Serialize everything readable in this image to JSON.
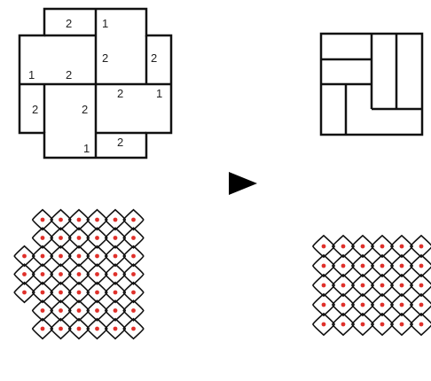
{
  "colors": {
    "line": "#111111",
    "dot": "#e0302a",
    "arrow": "#000000",
    "label": "#222222"
  },
  "top_left_labels": [
    "2",
    "1",
    "2",
    "2",
    "1",
    "2",
    "2",
    "1",
    "2",
    "2",
    "1",
    "2"
  ],
  "arrow_icon": "right-triangle-icon",
  "bottom_left_dot_rows": [
    6,
    6,
    7,
    7,
    7,
    6,
    6
  ],
  "bottom_right_dot_rows": [
    6,
    6,
    6,
    6,
    6
  ]
}
